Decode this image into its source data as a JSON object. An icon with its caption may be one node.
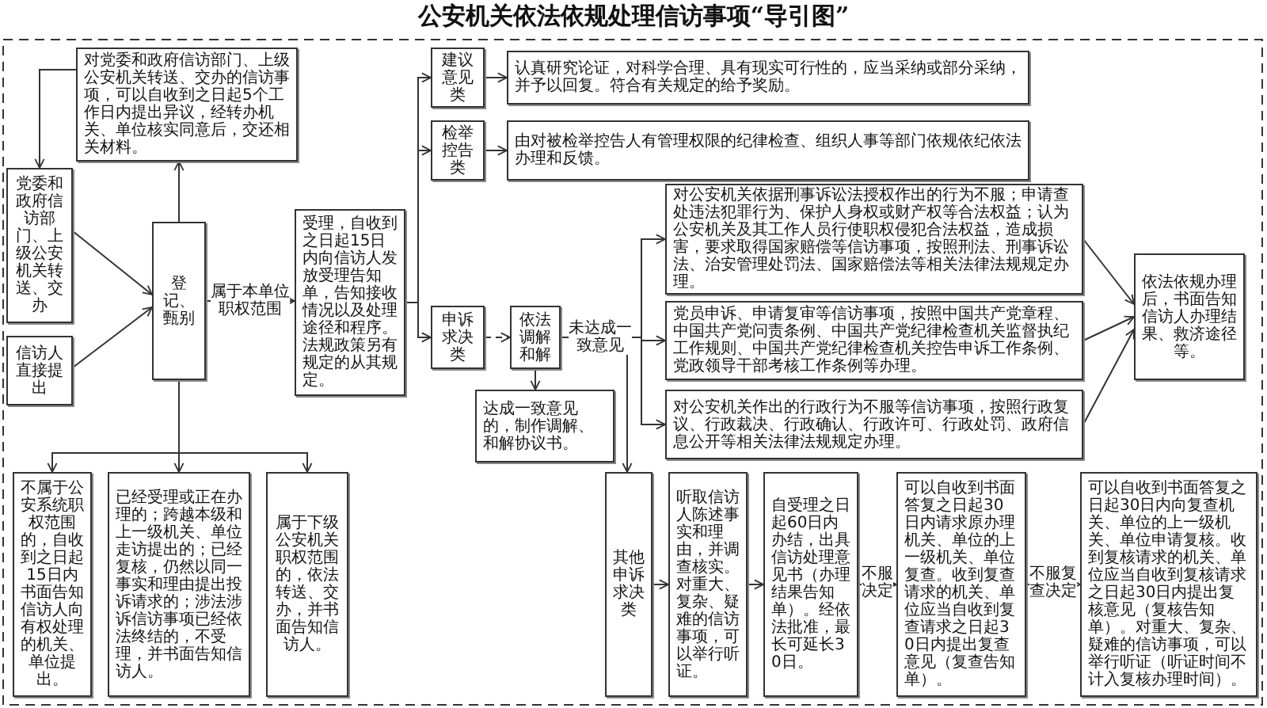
{
  "diagram": {
    "title": "公安机关依法依规处理信访事项“导引图”",
    "nodes": [
      {
        "text": [
          "对党委和政府信访部门、上级公安机关转送、交办的信访事项，可以自收到之日起5个工作日内提出异议，经转办机关、单位核实同意后，交还相关材料。"
        ]
      },
      {
        "text": [
          "党委和政府信访部门、上级公安机关转送、交办"
        ]
      },
      {
        "text": [
          "信访人直接提出"
        ]
      },
      {
        "text": [
          "登记、甄别"
        ]
      },
      {
        "text": [
          "受理，自收到之日起15日内向信访人发放受理告知单，告知接收情况以及处理途径和程序。法规政策另有规定的从其规定。"
        ]
      },
      {
        "text": [
          "建议意见类"
        ]
      },
      {
        "text": [
          "检举控告类"
        ]
      },
      {
        "text": [
          "申诉求决类"
        ]
      },
      {
        "text": [
          "依法调解和解"
        ]
      },
      {
        "text": [
          "认真研究论证，对科学合理、具有现实可行性的，应当采纳或部分采纳，并予以回复。符合有关规定的给予奖励。"
        ]
      },
      {
        "text": [
          "由对被检举控告人有管理权限的纪律检查、组织人事等部门依规依纪依法办理和反馈。"
        ]
      },
      {
        "text": [
          "对公安机关依据刑事诉讼法授权作出的行为不服；申请查处违法犯罪行为、保护人身权或财产权等合法权益；认为公安机关及其工作人员行使职权侵犯合法权益，造成损害，要求取得国家赔偿等信访事项，按照刑法、刑事诉讼法、治安管理处罚法、国家赔偿法等相关法律法规规定办理。"
        ]
      },
      {
        "text": [
          "党员申诉、申请复审等信访事项，按照中国共产党章程、中国共产党问责条例、中国共产党纪律检查机关监督执纪工作规则、中国共产党纪律检查机关控告申诉工作条例、党政领导干部考核工作条例等办理。"
        ]
      },
      {
        "text": [
          "对公安机关作出的行政行为不服等信访事项，按照行政复议、行政裁决、行政确认、行政许可、行政处罚、政府信息公开等相关法律法规规定办理。"
        ]
      },
      {
        "text": [
          "依法依规办理后，书面告知信访人办理结果、救济途径等。"
        ]
      },
      {
        "text": [
          "达成一致意见的，制作调解、和解协议书。"
        ]
      },
      {
        "text": [
          "不属于公安系统职权范围的，自收到之日起15日内书面告知信访人向有权处理的机关、单位提出。"
        ]
      },
      {
        "text": [
          "已经受理或正在办理的；跨越本级和上一级机关、单位走访提出的；已经复核，仍然以同一事实和理由提出投诉请求的；涉法涉诉信访事项已经依法终结的，不受理，并书面告知信访人。"
        ]
      },
      {
        "text": [
          "属于下级公安机关职权范围的，依法转送、交办，并书面告知信访人。"
        ]
      },
      {
        "text": [
          "其他申诉求决类"
        ]
      },
      {
        "text": [
          "听取信访人陈述事实和理由，并调查核实。对重大、复杂、疑难的信访事项，可以举行听证。"
        ]
      },
      {
        "text": [
          "自受理之日起60日内办结，出具信访处理意见书（办理结果告知单）。经依法批准，最长可延长30日。"
        ]
      },
      {
        "text": [
          "可以自收到书面答复之日起30日内请求原办理机关、单位的上一级机关、单位复查。收到复查请求的机关、单位应当自收到复查请求之日起30日内提出复查意见（复查告知单）。"
        ]
      },
      {
        "text": [
          "可以自收到书面答复之日起30日内向复查机关、单位的上一级机关、单位申请复核。收到复核请求的机关、单位应当自收到复核请求之日起30日内提出复核意见（复核告知单）。对重大、复杂、疑难的信访事项，可以举行听证（听证时间不计入复核办理时间）。"
        ]
      }
    ],
    "edges": [
      {
        "from": 3,
        "to": 0,
        "arrow": "to"
      },
      {
        "from": 0,
        "to": 1,
        "arrow": "to"
      },
      {
        "from": 1,
        "to": 3,
        "arrow": "to"
      },
      {
        "from": 2,
        "to": 3,
        "arrow": "to"
      },
      {
        "from": 3,
        "to": 4,
        "arrow": "to",
        "label": "属于本单位职权范围"
      },
      {
        "from": 4,
        "to": 5,
        "arrow": "to"
      },
      {
        "from": 4,
        "to": 6,
        "arrow": "to"
      },
      {
        "from": 4,
        "to": 7,
        "arrow": "to"
      },
      {
        "from": 5,
        "to": 9,
        "arrow": "to"
      },
      {
        "from": 6,
        "to": 10,
        "arrow": "to"
      },
      {
        "from": 7,
        "to": 8,
        "arrow": "to",
        "style": "dashed"
      },
      {
        "from": 8,
        "to": 11,
        "arrow": "to",
        "label": "未达成一致意见"
      },
      {
        "from": 8,
        "to": 12,
        "arrow": "to"
      },
      {
        "from": 8,
        "to": 13,
        "arrow": "to"
      },
      {
        "from": 8,
        "to": 19,
        "arrow": "to"
      },
      {
        "from": 8,
        "to": 15,
        "arrow": "to"
      },
      {
        "from": 11,
        "to": 14,
        "arrow": "to"
      },
      {
        "from": 12,
        "to": 14,
        "arrow": "to"
      },
      {
        "from": 13,
        "to": 14,
        "arrow": "to"
      },
      {
        "from": 3,
        "to": 16,
        "arrow": "to"
      },
      {
        "from": 3,
        "to": 17,
        "arrow": "to"
      },
      {
        "from": 3,
        "to": 18,
        "arrow": "to"
      },
      {
        "from": 19,
        "to": 20,
        "arrow": "to"
      },
      {
        "from": 20,
        "to": 21,
        "arrow": "to"
      },
      {
        "from": 21,
        "to": 22,
        "arrow": "to",
        "label": "不服决定",
        "style": "dashed"
      },
      {
        "from": 22,
        "to": 23,
        "arrow": "to",
        "label": "不服复查决定",
        "style": "dashed"
      }
    ]
  }
}
